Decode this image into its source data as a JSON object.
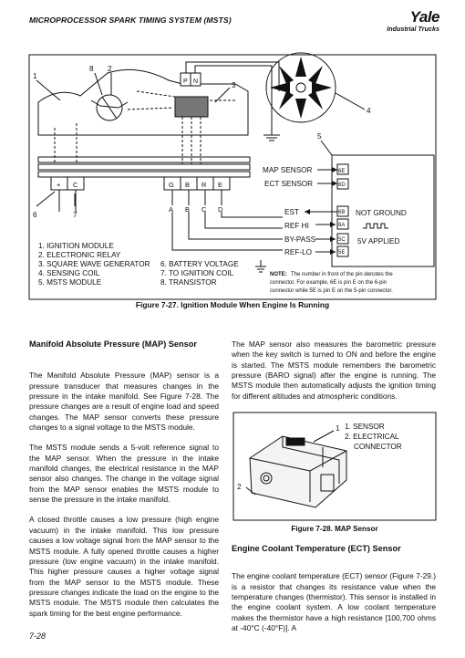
{
  "header": {
    "title": "MICROPROCESSOR SPARK TIMING SYSTEM (MSTS)",
    "brand": "Yale",
    "brand_sub": "Industrial Trucks"
  },
  "figure_27": {
    "callouts": [
      "1",
      "2",
      "3",
      "4",
      "5",
      "6",
      "7",
      "8"
    ],
    "relay_pins": [
      "P",
      "N"
    ],
    "module_left_pins": [
      "+",
      "C"
    ],
    "module_right_pins": [
      "G",
      "B",
      "R",
      "E"
    ],
    "connector_pins": [
      "A",
      "B",
      "C",
      "D"
    ],
    "signals": {
      "map": "MAP SENSOR",
      "ect": "ECT SENSOR",
      "est": "EST",
      "refhi": "REF HI",
      "bypass": "BY-PASS",
      "reflo": "REF-LO"
    },
    "pins": {
      "p6e": "6E",
      "p6d": "6D",
      "p6b": "6B",
      "p6a": "6A",
      "p5c": "5C",
      "p5e": "5E"
    },
    "not_ground": "NOT GROUND",
    "five_v": "5V APPLIED",
    "legend": [
      "1. IGNITION MODULE",
      "2. ELECTRONIC RELAY",
      "3. SQUARE WAVE GENERATOR",
      "4. SENSING COIL",
      "5. MSTS MODULE",
      "6. BATTERY VOLTAGE",
      "7. TO IGNITION COIL",
      "8. TRANSISTOR"
    ],
    "note_label": "NOTE:",
    "note_lines": [
      "The number in front of the pin denotes the",
      "connector. For example, 6E is pin E on the 6-pin",
      "connector while 5E is pin E on the 5-pin connector."
    ],
    "caption": "Figure 7-27. Ignition Module When Engine Is Running"
  },
  "left_column": {
    "heading": "Manifold Absolute Pressure (MAP) Sensor",
    "p1": "The Manifold Absolute Pressure (MAP) sensor is a pressure transducer that measures changes in the pressure in the intake manifold. See Figure 7-28. The pressure changes are a result of engine load and speed changes. The MAP sensor converts these pressure changes to a signal voltage to the MSTS module.",
    "p2": "The MSTS module sends a 5-volt reference signal to the MAP sensor. When the pressure in the intake manifold changes, the electrical resistance in the MAP sensor also changes. The change in the voltage signal from the MAP sensor enables the MSTS module to sense the pressure in the intake manifold.",
    "p3": "A closed throttle causes a low pressure (high engine vacuum) in the intake manifold. This low pressure causes a low voltage signal from the MAP sensor to the MSTS module. A fully opened throttle causes a higher pressure (low engine vacuum) in the intake manifold. This higher pressure causes a higher voltage signal from the MAP sensor to the MSTS module. These pressure changes indicate the load on the engine to the MSTS module. The MSTS module then calculates the spark timing for the best engine performance."
  },
  "right_column": {
    "p1": "The MAP sensor also measures the barometric pressure when the key switch is turned to ON and before the engine is started. The MSTS module remembers the barometric pressure (BARO signal) after the engine is running. The MSTS module then automatically adjusts the ignition timing for different altitudes and atmospheric conditions.",
    "heading": "Engine Coolant Temperature (ECT) Sensor",
    "p2": "The engine coolant temperature (ECT) sensor (Figure 7-29.) is a resistor that changes its resistance value when the temperature changes (thermistor). This sensor is installed in the engine coolant system. A low coolant temperature makes the thermistor have a high resistance [100,700 ohms at -40°C (-40°F)]. A"
  },
  "figure_28": {
    "callout_1": "1",
    "callout_2": "2",
    "legend": [
      "1. SENSOR",
      "2. ELECTRICAL",
      "CONNECTOR"
    ],
    "caption": "Figure 7-28. MAP Sensor"
  },
  "footer": {
    "page_number": "7-28"
  }
}
